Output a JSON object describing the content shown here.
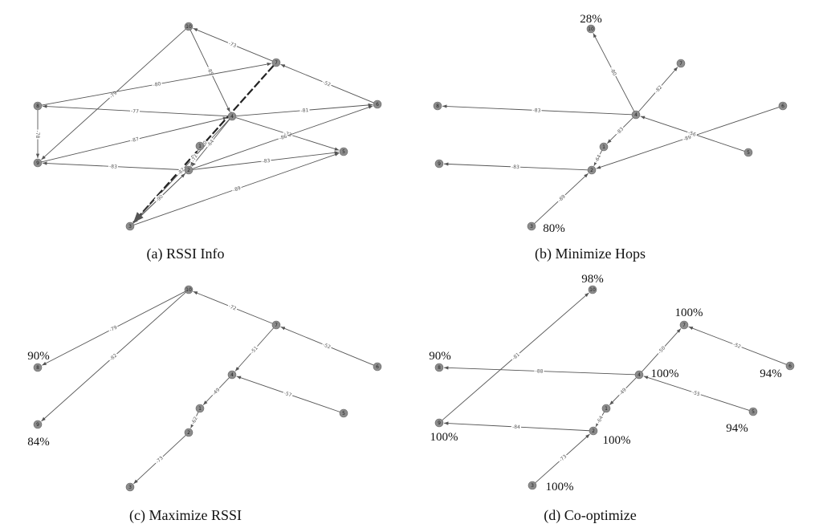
{
  "panels": [
    {
      "id": "a",
      "caption": "(a) RSSI Info",
      "percentages": [],
      "edges": [
        {
          "from": "7",
          "to": "10",
          "label": "-73"
        },
        {
          "from": "10",
          "to": "9",
          "label": "-79"
        },
        {
          "from": "10",
          "to": "4",
          "label": "-85"
        },
        {
          "from": "8",
          "to": "7",
          "label": "-80"
        },
        {
          "from": "4",
          "to": "8",
          "label": "-77"
        },
        {
          "from": "8",
          "to": "9",
          "label": "-78"
        },
        {
          "from": "9",
          "to": "4",
          "label": "-87"
        },
        {
          "from": "2",
          "to": "9",
          "label": "-83"
        },
        {
          "from": "4",
          "to": "6",
          "label": "-81"
        },
        {
          "from": "6",
          "to": "7",
          "label": "-52"
        },
        {
          "from": "7",
          "to": "3",
          "label": "-50"
        },
        {
          "from": "4",
          "to": "3",
          "label": "-82"
        },
        {
          "from": "4",
          "to": "5",
          "label": "-73"
        },
        {
          "from": "2",
          "to": "6",
          "label": "-86"
        },
        {
          "from": "2",
          "to": "5",
          "label": "-83"
        },
        {
          "from": "3",
          "to": "5",
          "label": "-89"
        },
        {
          "from": "3",
          "to": "2",
          "label": "-73"
        },
        {
          "from": "2",
          "to": "3",
          "label": "-90"
        },
        {
          "from": "4",
          "to": "2",
          "label": "-64"
        },
        {
          "from": "1",
          "to": "2",
          "label": "-72"
        }
      ]
    },
    {
      "id": "b",
      "caption": "(b) Minimize Hops",
      "percentages": [
        {
          "node": "10",
          "text": "28%"
        },
        {
          "node": "3",
          "text": "80%"
        }
      ],
      "edges": [
        {
          "from": "4",
          "to": "10",
          "label": "-80"
        },
        {
          "from": "4",
          "to": "7",
          "label": "-82"
        },
        {
          "from": "4",
          "to": "8",
          "label": "-83"
        },
        {
          "from": "4",
          "to": "1",
          "label": "-83"
        },
        {
          "from": "1",
          "to": "2",
          "label": "-64"
        },
        {
          "from": "2",
          "to": "9",
          "label": "-83"
        },
        {
          "from": "3",
          "to": "2",
          "label": "-89"
        },
        {
          "from": "6",
          "to": "2",
          "label": "-89"
        },
        {
          "from": "5",
          "to": "4",
          "label": "-56"
        }
      ]
    },
    {
      "id": "c",
      "caption": "(c) Maximize RSSI",
      "percentages": [
        {
          "node": "8",
          "text": "90%"
        },
        {
          "node": "9",
          "text": "84%"
        }
      ],
      "edges": [
        {
          "from": "10",
          "to": "8",
          "label": "-79"
        },
        {
          "from": "10",
          "to": "9",
          "label": "-82"
        },
        {
          "from": "7",
          "to": "10",
          "label": "-72"
        },
        {
          "from": "6",
          "to": "7",
          "label": "-52"
        },
        {
          "from": "7",
          "to": "4",
          "label": "-51"
        },
        {
          "from": "5",
          "to": "4",
          "label": "-57"
        },
        {
          "from": "4",
          "to": "1",
          "label": "-49"
        },
        {
          "from": "1",
          "to": "2",
          "label": "-62"
        },
        {
          "from": "2",
          "to": "3",
          "label": "-73"
        }
      ]
    },
    {
      "id": "d",
      "caption": "(d) Co-optimize",
      "percentages": [
        {
          "node": "10",
          "text": "98%"
        },
        {
          "node": "7",
          "text": "100%"
        },
        {
          "node": "8",
          "text": "90%"
        },
        {
          "node": "4",
          "text": "100%"
        },
        {
          "node": "6",
          "text": "94%"
        },
        {
          "node": "5",
          "text": "94%"
        },
        {
          "node": "9",
          "text": "100%"
        },
        {
          "node": "2",
          "text": "100%"
        },
        {
          "node": "3",
          "text": "100%"
        }
      ],
      "edges": [
        {
          "from": "9",
          "to": "10",
          "label": "-81"
        },
        {
          "from": "4",
          "to": "8",
          "label": "-88"
        },
        {
          "from": "4",
          "to": "7",
          "label": "-50"
        },
        {
          "from": "6",
          "to": "7",
          "label": "-52"
        },
        {
          "from": "5",
          "to": "4",
          "label": "-55"
        },
        {
          "from": "4",
          "to": "1",
          "label": "-49"
        },
        {
          "from": "1",
          "to": "2",
          "label": "-64"
        },
        {
          "from": "2",
          "to": "9",
          "label": "-84"
        },
        {
          "from": "3",
          "to": "2",
          "label": "-73"
        }
      ]
    }
  ],
  "colors": {
    "node_fill": "#8c8c8c",
    "node_stroke": "#6a6a6a",
    "edge": "#555555",
    "edge_light": "#8a8a8a"
  }
}
